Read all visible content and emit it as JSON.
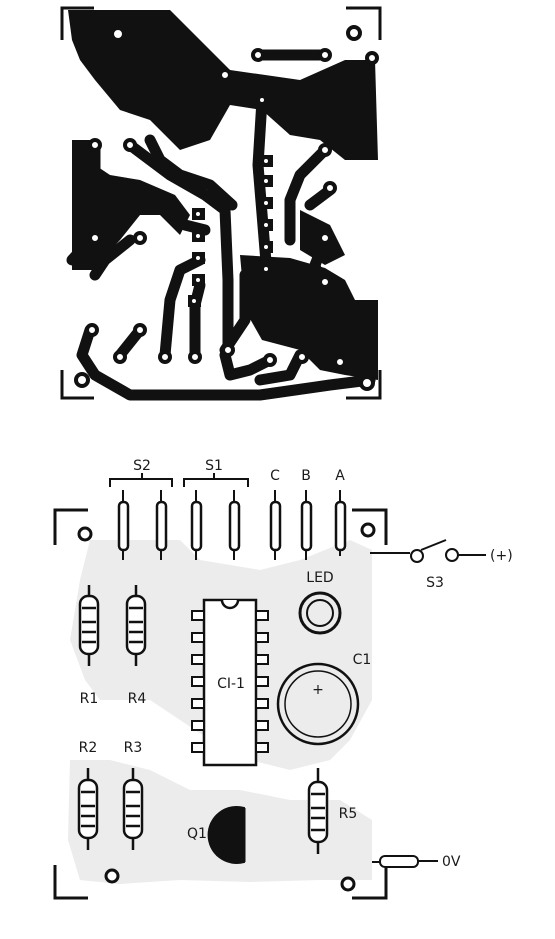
{
  "component_layout": {
    "switch_groups": {
      "s2": "S2",
      "s1": "S1"
    },
    "terminals": {
      "c": "C",
      "b": "B",
      "a": "A"
    },
    "led": "LED",
    "capacitor": "C1",
    "capacitor_polarity": "+",
    "ic": "CI-1",
    "resistors": {
      "r1": "R1",
      "r2": "R2",
      "r3": "R3",
      "r4": "R4",
      "r5": "R5"
    },
    "transistor": "Q1",
    "switch_s3": "S3",
    "supply_positive": "(+)",
    "supply_zero": "0V"
  },
  "colors": {
    "ink": "#111111",
    "paper": "#ffffff",
    "copper_ghost": "#e9e9e9"
  }
}
